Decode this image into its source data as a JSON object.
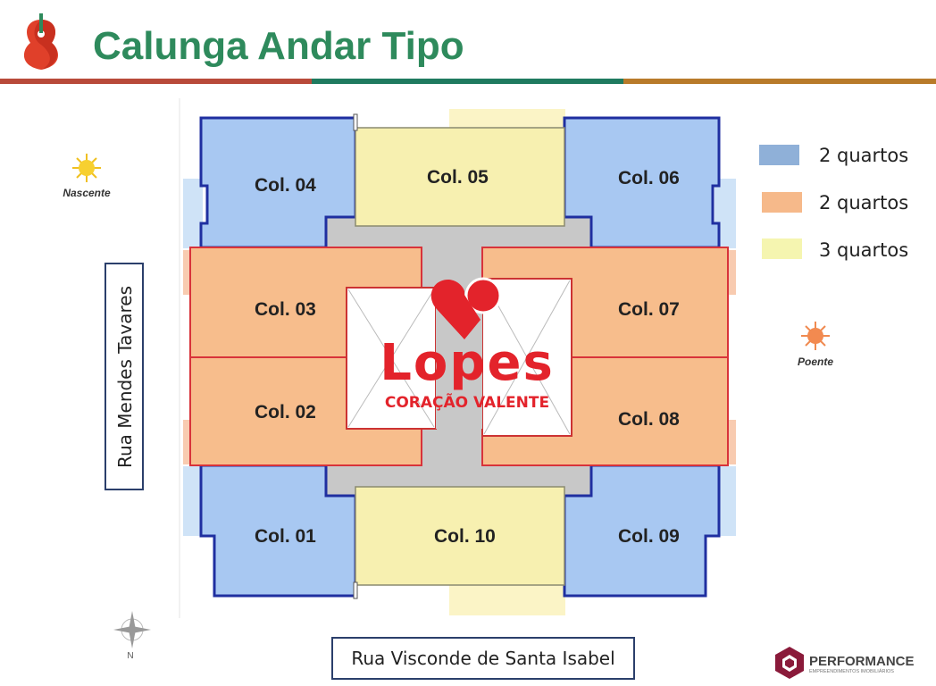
{
  "header": {
    "title": "Calunga Andar Tipo",
    "stripe_colors": [
      "#b84a3a",
      "#1f7a5f",
      "#b87a2a"
    ],
    "title_color": "#2e8a5c"
  },
  "units": {
    "col01": "Col. 01",
    "col02": "Col. 02",
    "col03": "Col. 03",
    "col04": "Col. 04",
    "col05": "Col. 05",
    "col06": "Col. 06",
    "col07": "Col. 07",
    "col08": "Col. 08",
    "col09": "Col. 09",
    "col10": "Col. 10"
  },
  "legend": [
    {
      "label": "2 quartos",
      "color": "#8fb0d8"
    },
    {
      "label": "2 quartos",
      "color": "#f6b98a"
    },
    {
      "label": "3 quartos",
      "color": "#f5f5b0"
    }
  ],
  "orientation": {
    "east": "Nascente",
    "west": "Poente",
    "north": "N"
  },
  "streets": {
    "side": "Rua Mendes Tavares",
    "front": "Rua Visconde de Santa Isabel"
  },
  "watermark": {
    "brand": "Lopes",
    "tagline": "CORAÇÃO VALENTE",
    "color": "#e3232b"
  },
  "developer_logo": {
    "name": "PERFORMANCE",
    "subtitle": "EMPREENDIMENTOS IMOBILIÁRIOS"
  }
}
